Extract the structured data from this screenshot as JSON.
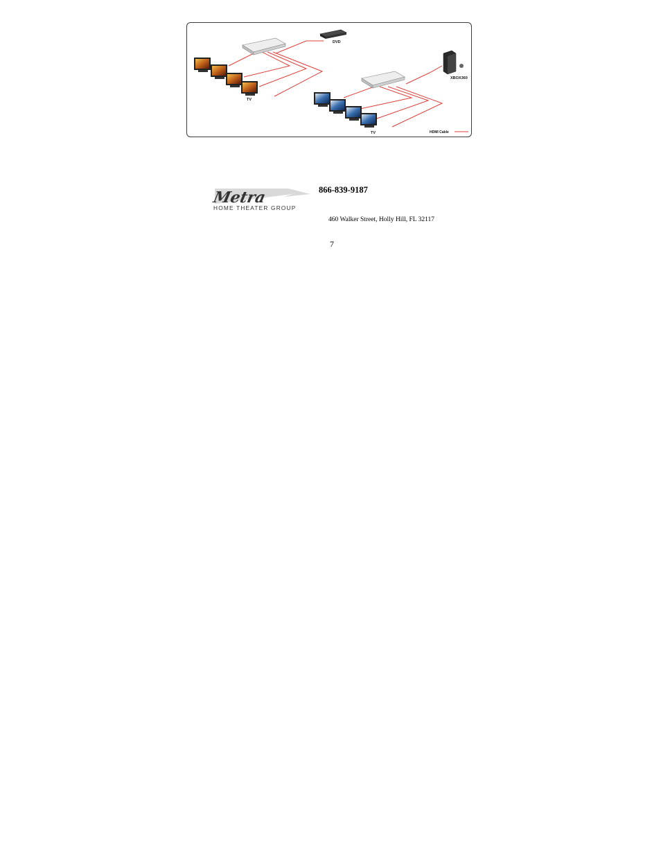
{
  "diagram": {
    "label_dvd": "DVD",
    "label_tv_left": "TV",
    "label_xbox": "XBOX360",
    "label_tv_right": "TV",
    "legend_label": "HDMI Cable",
    "cable_color": "#e0403a",
    "splitter_color": "#d6d6d6",
    "screen_left_color": "#c0601a",
    "screen_right_color": "#3a6fb0"
  },
  "footer": {
    "logo_wordmark": "Metra",
    "logo_tagline": "HOME THEATER GROUP",
    "phone": "866-839-9187",
    "address": "460 Walker Street, Holly Hill, FL 32117",
    "page_number": "7"
  }
}
